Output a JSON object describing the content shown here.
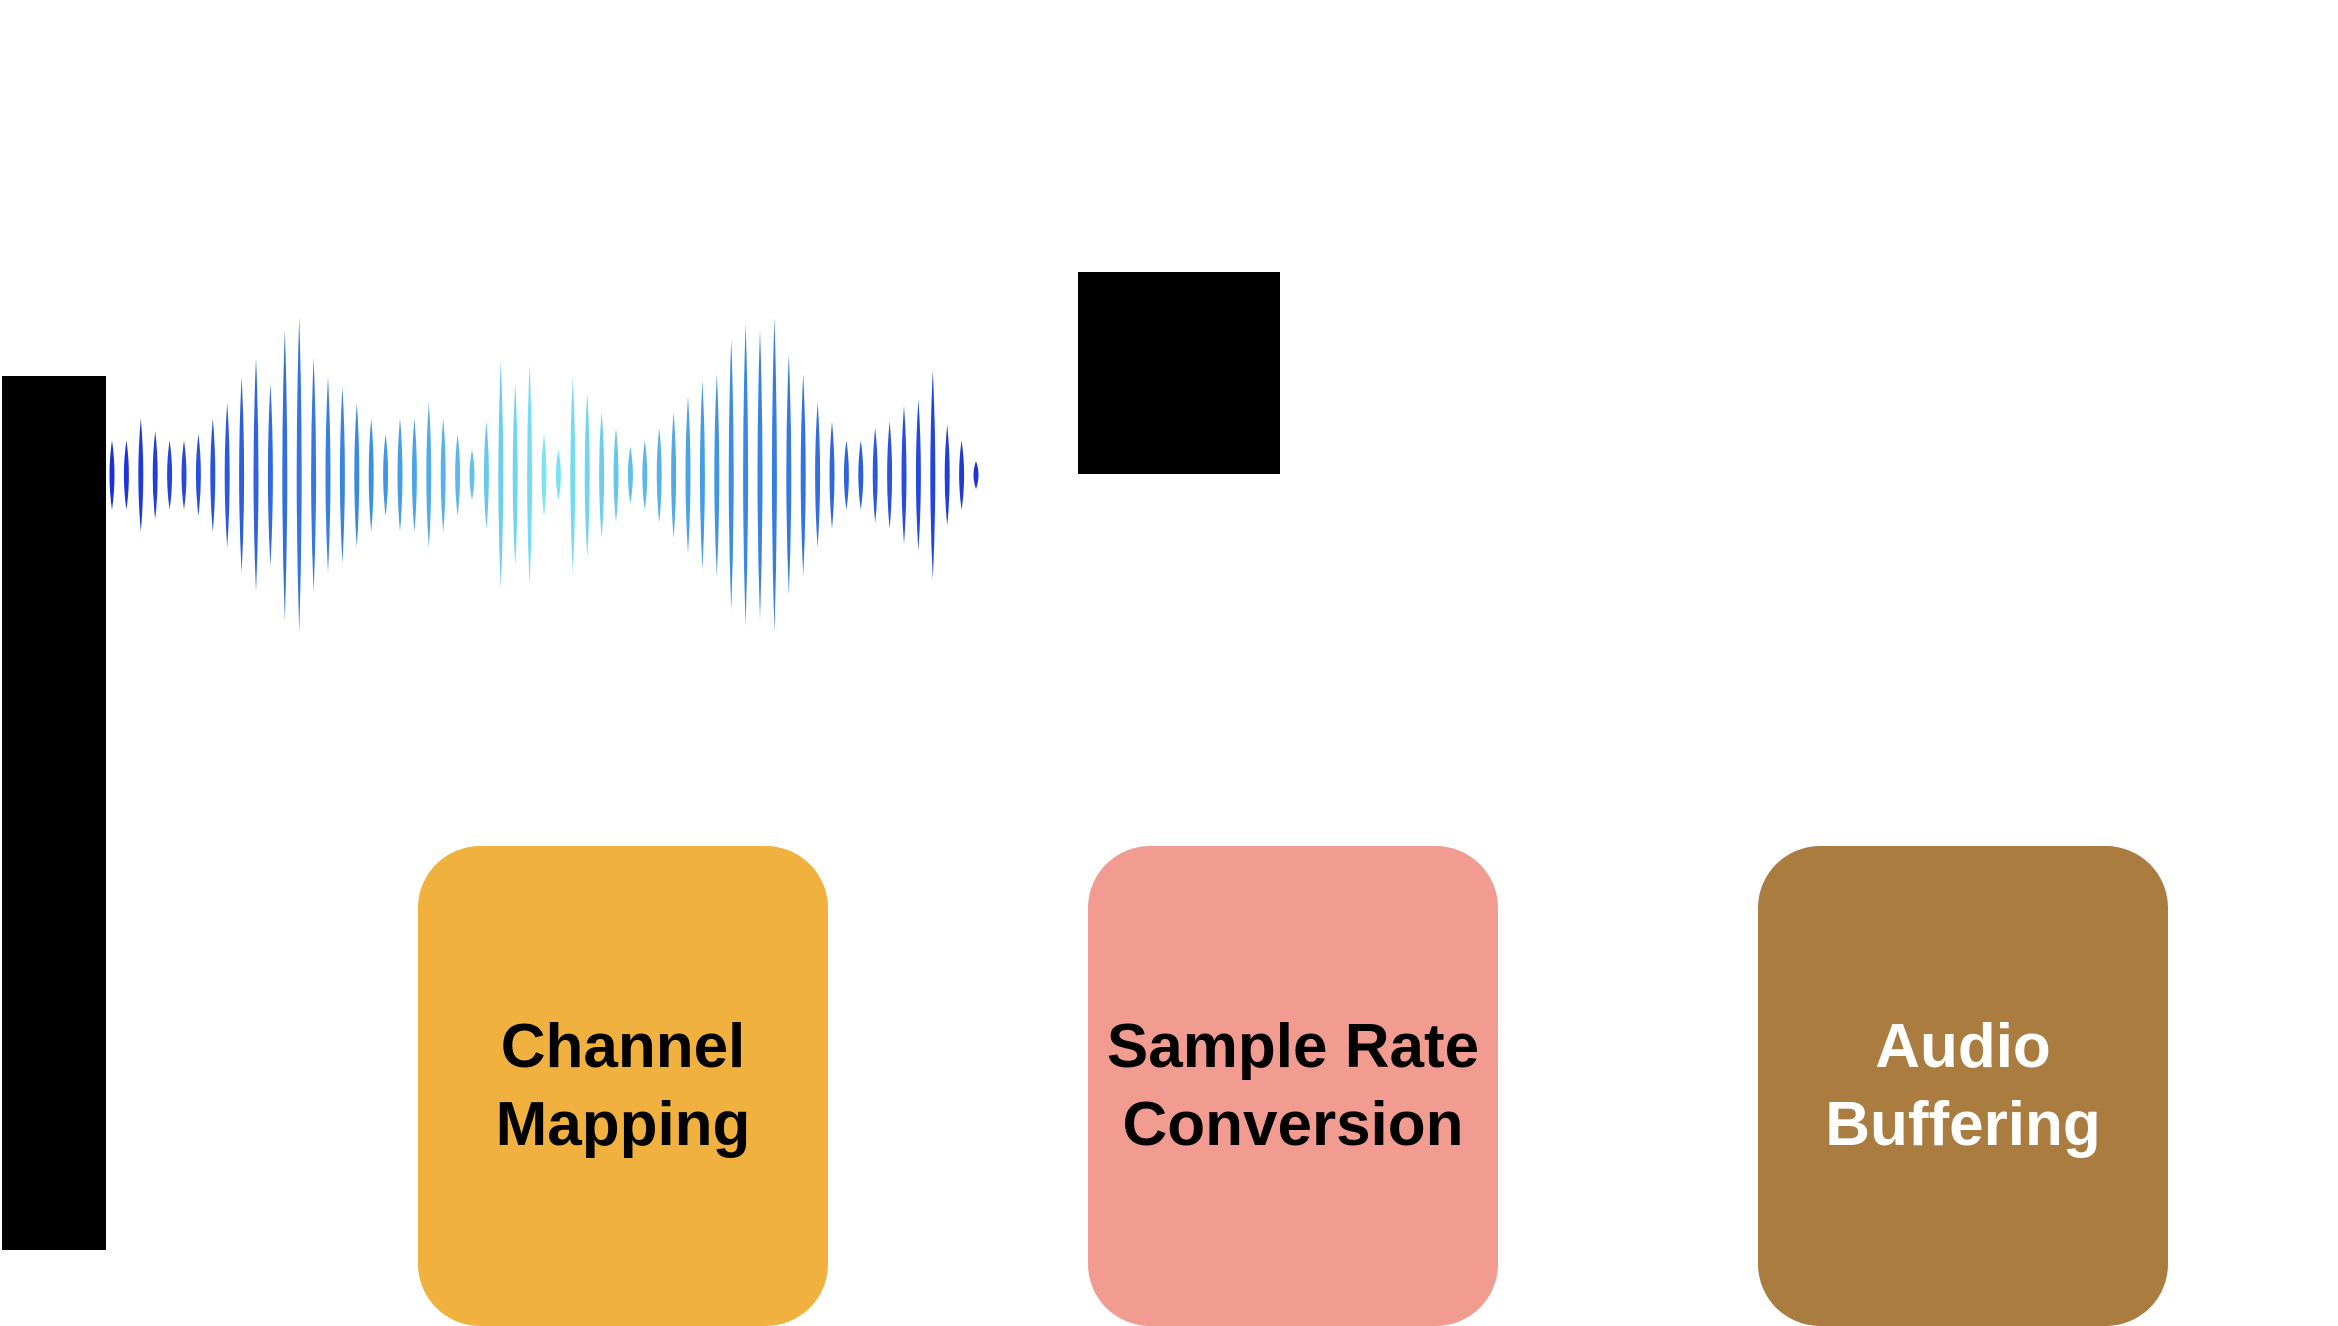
{
  "stages": [
    {
      "label_line1": "Channel",
      "label_line2": "Mapping",
      "fill": "#F1B13F",
      "text_color": "#000000"
    },
    {
      "label_line1": "Sample Rate",
      "label_line2": "Conversion",
      "fill": "#F19B91",
      "text_color": "#000000"
    },
    {
      "label_line1": "Audio",
      "label_line2": "Buffering",
      "fill": "#AA7C3F",
      "text_color": "#FFFFFF"
    }
  ],
  "waveform": {
    "colors": {
      "dark": "#1A2BD6",
      "mid": "#3D8EE0",
      "light": "#7FE6F2"
    },
    "amplitudes": [
      0.22,
      0.22,
      0.36,
      0.28,
      0.22,
      0.22,
      0.26,
      0.36,
      0.46,
      0.62,
      0.74,
      0.58,
      0.92,
      1.0,
      0.74,
      0.62,
      0.56,
      0.46,
      0.36,
      0.26,
      0.36,
      0.36,
      0.46,
      0.36,
      0.26,
      0.16,
      0.34,
      0.72,
      0.58,
      0.7,
      0.26,
      0.16,
      0.62,
      0.52,
      0.4,
      0.3,
      0.18,
      0.22,
      0.3,
      0.4,
      0.5,
      0.6,
      0.64,
      0.86,
      0.96,
      0.92,
      1.0,
      0.76,
      0.64,
      0.46,
      0.34,
      0.22,
      0.22,
      0.3,
      0.34,
      0.44,
      0.48,
      0.66,
      0.32,
      0.22,
      0.08
    ]
  },
  "icons": {
    "black_bar": "black-bar-shape",
    "black_square": "black-square-shape",
    "waveform": "waveform-icon"
  }
}
